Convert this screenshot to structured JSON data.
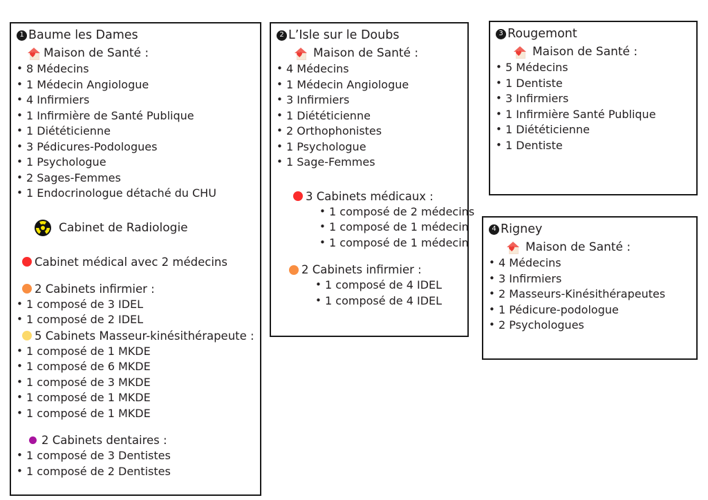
{
  "palette": {
    "border": "#1a1a1a",
    "text": "#231f20",
    "red": "#fb2c2c",
    "orange": "#f98e41",
    "yellow": "#fcd96a",
    "purple": "#a8139e",
    "house_roof": "#f1635a",
    "house_body": "#f7e9d7",
    "radio_yellow": "#f5e400",
    "radio_black": "#111111"
  },
  "labels": {
    "maison_de_sante": "Maison de Santé :",
    "cabinet_radiologie": "Cabinet de Radiologie"
  },
  "towns": [
    {
      "number": "❶",
      "name": "Baume les Dames",
      "msp": {
        "title": "Maison de Santé :",
        "items": [
          "8 Médecins",
          "1 Médecin Angiologue",
          "4 Infirmiers",
          "1 Infirmière de Santé Publique",
          "1 Diététicienne",
          "3 Pédicures-Podologues",
          "1 Psychologue",
          "2 Sages-Femmes",
          "1 Endocrinologue détaché du CHU"
        ]
      },
      "radiology": "Cabinet de Radiologie",
      "categories": [
        {
          "dot": "red",
          "title": "Cabinet médical avec 2 médecins",
          "items": []
        },
        {
          "dot": "orange",
          "title": "2 Cabinets infirmier :",
          "items": [
            "1 composé de 3 IDEL",
            "1 composé de 2 IDEL"
          ]
        },
        {
          "dot": "yellow",
          "title": "5 Cabinets Masseur-kinésithérapeute :",
          "items": [
            "1 composé de 1 MKDE",
            "1 composé de 6 MKDE",
            "1 composé de 3 MKDE",
            "1 composé de 1 MKDE",
            "1 composé de 1 MKDE"
          ]
        },
        {
          "dot": "purple",
          "title": "2 Cabinets dentaires :",
          "items": [
            "1 composé de 3 Dentistes",
            "1 composé de 2 Dentistes"
          ]
        }
      ]
    },
    {
      "number": "❷",
      "name": "L’Isle sur le Doubs",
      "msp": {
        "title": "Maison de Santé :",
        "items": [
          "4 Médecins",
          "1 Médecin Angiologue",
          "3 Infirmiers",
          "1 Diététicienne",
          "2 Orthophonistes",
          "1 Psychologue",
          "1 Sage-Femmes"
        ]
      },
      "categories": [
        {
          "dot": "red",
          "title": "3 Cabinets médicaux :",
          "items": [
            "1 composé de 2 médecins",
            "1 composé de 1 médecin",
            "1 composé de 1 médecin"
          ]
        },
        {
          "dot": "orange",
          "title": "2 Cabinets infirmier :",
          "items": [
            "1 composé de 4 IDEL",
            "1 composé de 4 IDEL"
          ]
        }
      ]
    },
    {
      "number": "❸",
      "name": "Rougemont",
      "msp": {
        "title": "Maison de Santé :",
        "items": [
          "5 Médecins",
          "1 Dentiste",
          "3 Infirmiers",
          "1 Infirmière Santé Publique",
          "1 Diététicienne",
          "1 Dentiste"
        ]
      },
      "categories": []
    },
    {
      "number": "❹",
      "name": "Rigney",
      "msp": {
        "title": "Maison de Santé :",
        "items": [
          "4 Médecins",
          "3 Infirmiers",
          "2 Masseurs-Kinésithérapeutes",
          "1 Pédicure-podologue",
          "2 Psychologues"
        ]
      },
      "categories": []
    }
  ]
}
